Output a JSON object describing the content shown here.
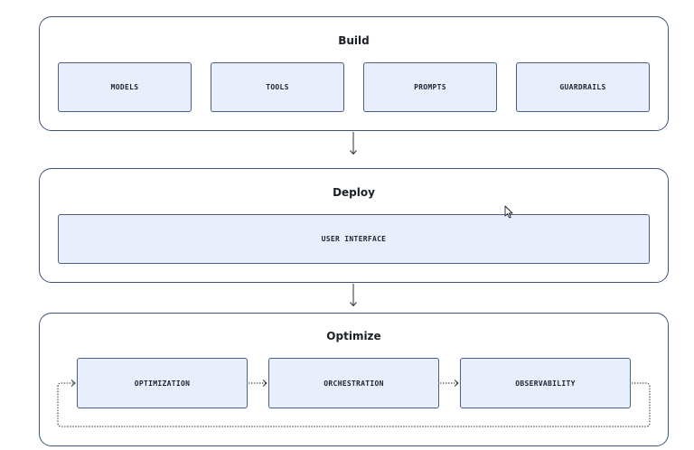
{
  "build": {
    "title": "Build",
    "items": [
      {
        "label": "MODELS"
      },
      {
        "label": "TOOLS"
      },
      {
        "label": "PROMPTS"
      },
      {
        "label": "GUARDRAILS"
      }
    ]
  },
  "deploy": {
    "title": "Deploy",
    "items": [
      {
        "label": "USER INTERFACE"
      }
    ]
  },
  "optimize": {
    "title": "Optimize",
    "items": [
      {
        "label": "OPTIMIZATION"
      },
      {
        "label": "ORCHESTRATION"
      },
      {
        "label": "OBSERVABILITY"
      }
    ]
  },
  "colors": {
    "panel_border": "#3e5478",
    "box_fill": "#e8eefb",
    "box_border": "#4a5f86",
    "arrow": "#2a2f38"
  },
  "icons": {
    "cursor": "mouse-pointer-icon"
  }
}
